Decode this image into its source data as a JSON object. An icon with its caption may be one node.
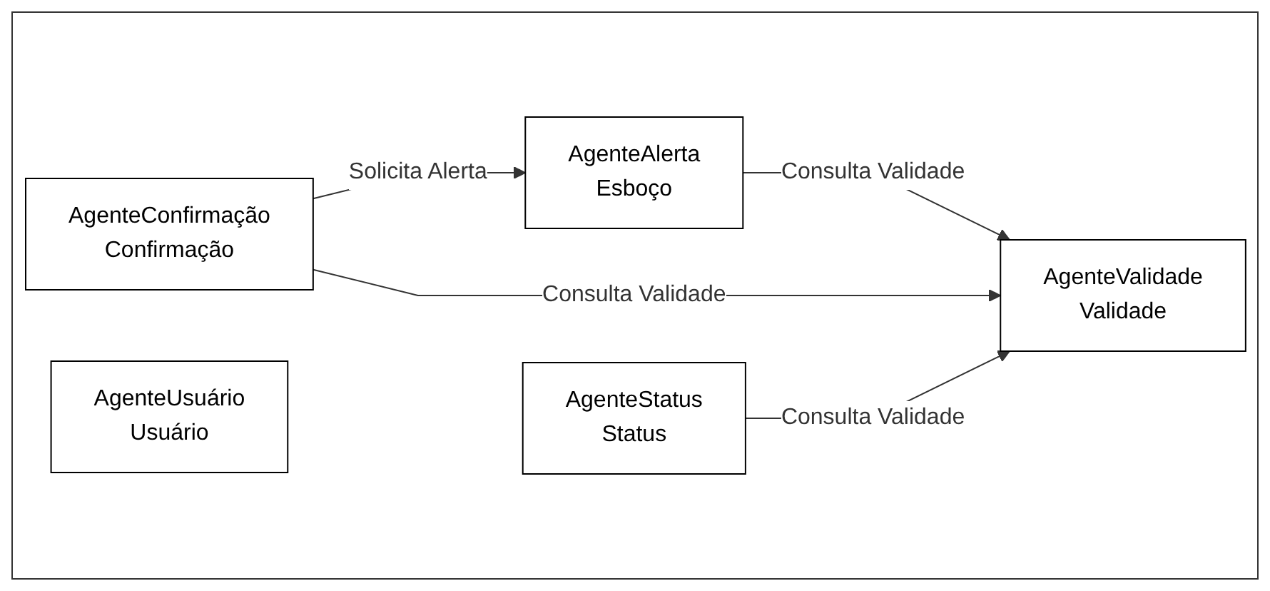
{
  "diagram": {
    "nodes": [
      {
        "text": [
          "AgenteAlerta",
          "Esboço"
        ]
      },
      {
        "text": [
          "AgenteValidade",
          "Validade"
        ]
      },
      {
        "text": [
          "AgenteConfirmação",
          "Confirmação"
        ]
      },
      {
        "text": [
          "AgenteStatus",
          "Status"
        ]
      },
      {
        "text": [
          "AgenteUsuário",
          "Usuário"
        ]
      }
    ],
    "edges": [
      {
        "from": 2,
        "to": 0,
        "label": "Solicita Alerta",
        "arrow": "to"
      },
      {
        "from": 0,
        "to": 1,
        "label": "Consulta Validade",
        "arrow": "to"
      },
      {
        "from": 2,
        "to": 1,
        "label": "Consulta Validade",
        "arrow": "to"
      },
      {
        "from": 3,
        "to": 1,
        "label": "Consulta Validade",
        "arrow": "to"
      }
    ]
  }
}
